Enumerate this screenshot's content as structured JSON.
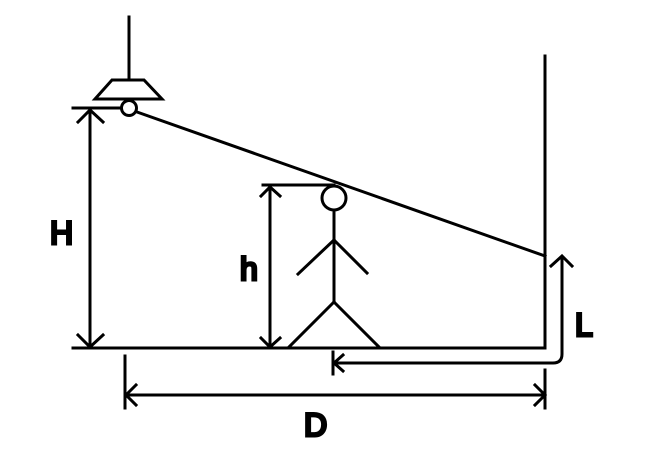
{
  "labels": {
    "lamp_height": "H",
    "person_height": "h",
    "shadow_length": "L",
    "distance": "D"
  },
  "colors": {
    "stroke": "#000000",
    "background": "#ffffff"
  }
}
